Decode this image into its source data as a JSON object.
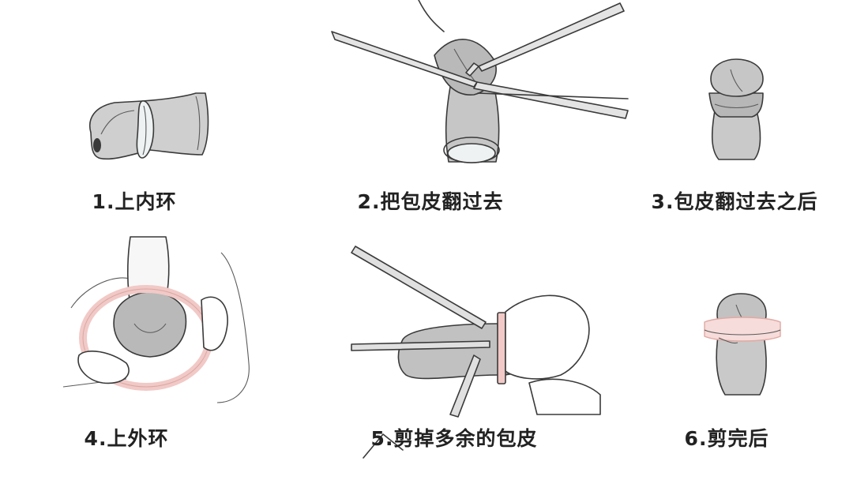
{
  "steps": [
    {
      "caption": "1.上内环"
    },
    {
      "caption": "2.把包皮翻过去"
    },
    {
      "caption": "3.包皮翻过去之后"
    },
    {
      "caption": "4.上外环"
    },
    {
      "caption": "5.剪掉多余的包皮"
    },
    {
      "caption": "6.剪完后"
    }
  ],
  "colors": {
    "skin": "#c9c9c9",
    "skin_dark": "#a8a8a8",
    "outline": "#3a3a3a",
    "inner_ring": "#e9eef0",
    "outer_ring": "#f1c9c6",
    "caption": "#222222"
  }
}
